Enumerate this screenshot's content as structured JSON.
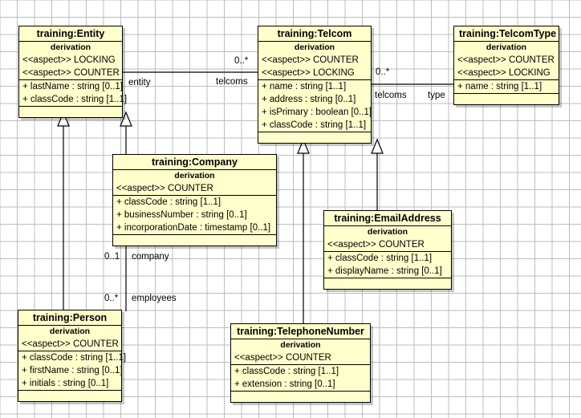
{
  "diagram": {
    "title": "UML Class Diagram",
    "background": "#ffffff",
    "grid_color": "#bdbdbd",
    "class_fill": "#ffffcc",
    "class_border": "#000000",
    "derivation_label": "derivation"
  },
  "classes": [
    {
      "id": "entity",
      "name": "training:Entity",
      "stereotype_section": "derivation",
      "aspects": [
        "<<aspect>> LOCKING",
        "<<aspect>> COUNTER"
      ],
      "attributes": [
        "+ lastName : string [0..1]",
        "+ classCode : string [1..1]"
      ],
      "operations": []
    },
    {
      "id": "telcom",
      "name": "training:Telcom",
      "stereotype_section": "derivation",
      "aspects": [
        "<<aspect>> COUNTER",
        "<<aspect>> LOCKING"
      ],
      "attributes": [
        "+ name : string [1..1]",
        "+ address : string [0..1]",
        "+ isPrimary : boolean [0..1]",
        "+ classCode : string [1..1]"
      ],
      "operations": []
    },
    {
      "id": "telcomtype",
      "name": "training:TelcomType",
      "stereotype_section": "derivation",
      "aspects": [
        "<<aspect>> COUNTER",
        "<<aspect>> LOCKING"
      ],
      "attributes": [
        "+ name : string [1..1]"
      ],
      "operations": []
    },
    {
      "id": "company",
      "name": "training:Company",
      "stereotype_section": "derivation",
      "aspects": [
        "<<aspect>> COUNTER"
      ],
      "attributes": [
        "+ classCode : string [1..1]",
        "+ businessNumber : string [0..1]",
        "+ incorporationDate : timestamp [0..1]"
      ],
      "operations": []
    },
    {
      "id": "emailaddress",
      "name": "training:EmailAddress",
      "stereotype_section": "derivation",
      "aspects": [
        "<<aspect>> COUNTER"
      ],
      "attributes": [
        "+ classCode : string [1..1]",
        "+ displayName : string [0..1]"
      ],
      "operations": []
    },
    {
      "id": "person",
      "name": "training:Person",
      "stereotype_section": "derivation",
      "aspects": [
        "<<aspect>> COUNTER"
      ],
      "attributes": [
        "+ classCode : string [1..1]",
        "+ firstName : string [0..1]",
        "+ initials : string [0..1]"
      ],
      "operations": []
    },
    {
      "id": "telephonenumber",
      "name": "training:TelephoneNumber",
      "stereotype_section": "derivation",
      "aspects": [
        "<<aspect>> COUNTER"
      ],
      "attributes": [
        "+ classCode : string [1..1]",
        "+ extension : string [0..1]"
      ],
      "operations": []
    }
  ],
  "edge_labels": {
    "entity_role": "entity",
    "telcoms_role_left": "telcoms",
    "telcoms_multiplicity_left": "0..*",
    "telcoms_role_right": "telcoms",
    "telcoms_multiplicity_right": "0..*",
    "type_role": "type",
    "company_role": "company",
    "company_multiplicity": "0..1",
    "employees_role": "employees",
    "employees_multiplicity": "0..*"
  },
  "relationships": [
    {
      "kind": "association",
      "from": "training:Entity",
      "to": "training:Telcom",
      "from_role": "entity",
      "to_role": "telcoms",
      "to_multiplicity": "0..*"
    },
    {
      "kind": "association",
      "from": "training:Telcom",
      "to": "training:TelcomType",
      "from_role": "telcoms",
      "to_role": "type",
      "from_multiplicity": "0..*"
    },
    {
      "kind": "association",
      "from": "training:Company",
      "to": "training:Person",
      "from_role": "company",
      "from_multiplicity": "0..1",
      "to_role": "employees",
      "to_multiplicity": "0..*"
    },
    {
      "kind": "generalization",
      "from": "training:Person",
      "to": "training:Entity"
    },
    {
      "kind": "generalization",
      "from": "training:Company",
      "to": "training:Entity"
    },
    {
      "kind": "generalization",
      "from": "training:TelephoneNumber",
      "to": "training:Telcom"
    },
    {
      "kind": "generalization",
      "from": "training:EmailAddress",
      "to": "training:Telcom"
    }
  ]
}
